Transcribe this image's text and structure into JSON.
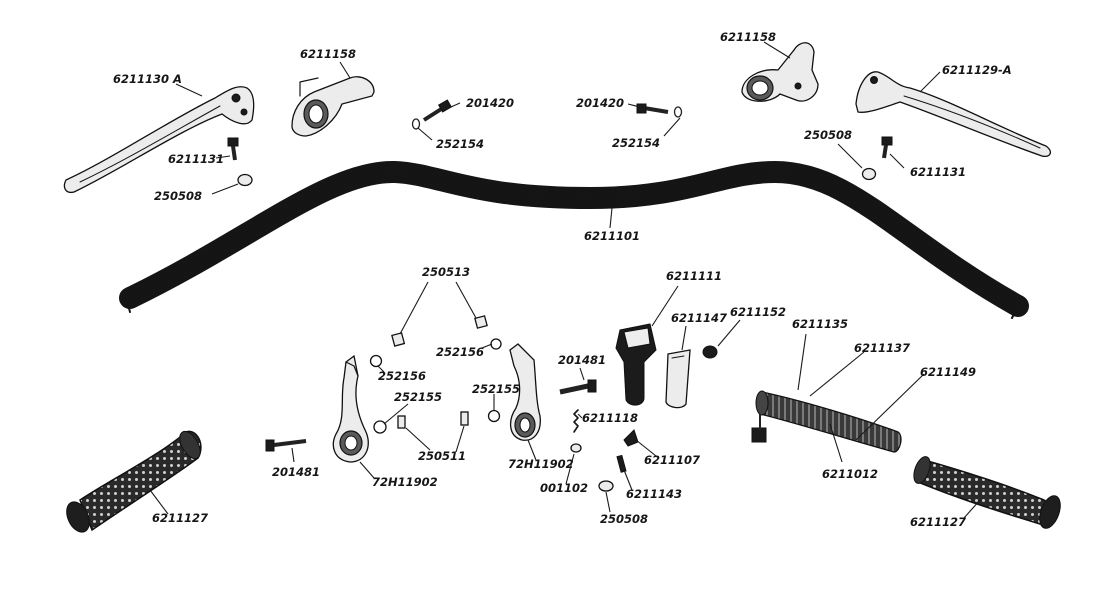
{
  "labels": {
    "lever_left": "6211130 A",
    "clamp_left": "6211158",
    "bolt_left_top": "201420",
    "washer_left_top": "252154",
    "bolt_mid_top": "201420",
    "washer_mid_top": "252154",
    "clamp_right": "6211158",
    "lever_right": "6211129-A",
    "screw_left": "6211131",
    "nut_left": "250508",
    "nut_right": "250508",
    "screw_right": "6211131",
    "handlebar": "6211101",
    "nut_pair": "250513",
    "washer_a": "252156",
    "washer_b": "252156",
    "washer_c": "252155",
    "washer_d": "252155",
    "bolt_lower_left": "201481",
    "bushing": "250511",
    "bracket_left": "72H11902",
    "bracket_right": "72H11902",
    "bolt_lower_mid": "201481",
    "throttle_body": "6211111",
    "throttle_part": "6211147",
    "cap": "6211152",
    "spring": "6211118",
    "screw_small": "001102",
    "small_part": "6211107",
    "pin": "6211143",
    "nut_bottom": "250508",
    "cable_a": "6211135",
    "cable_b": "6211137",
    "cable_c": "6211149",
    "grip_sleeve": "6211012",
    "grip_left": "6211127",
    "grip_right": "6211127"
  }
}
